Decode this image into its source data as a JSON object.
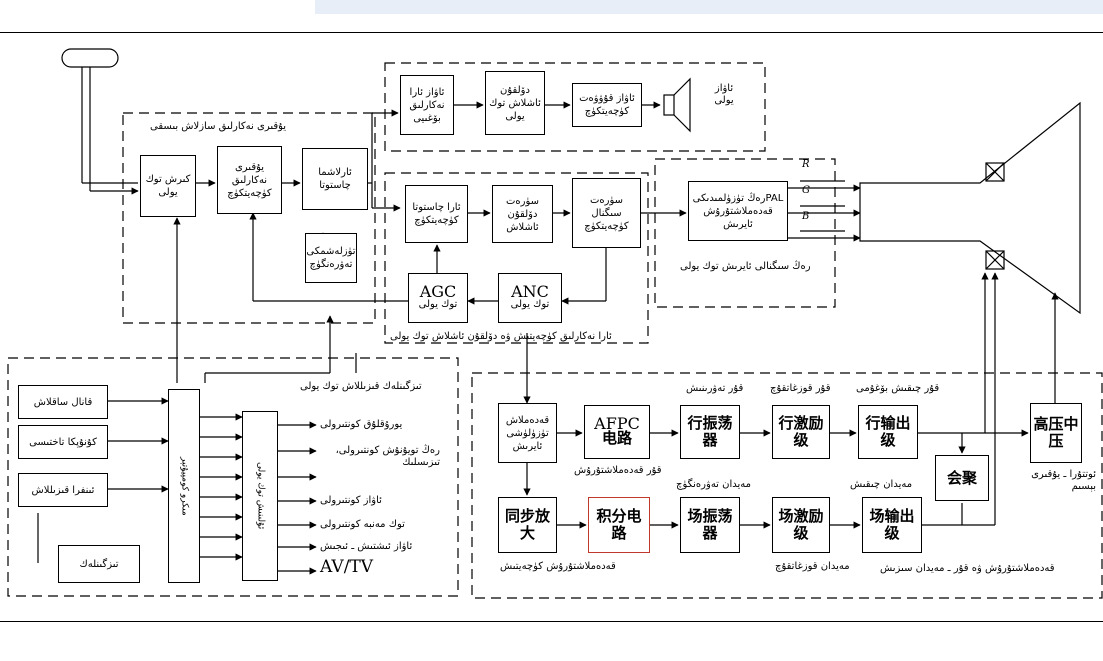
{
  "blocks": {
    "audio_power": "ئاۋاز ئارا نەكارلىق بۆغىيى",
    "audio_demod": "دۆلقۇن ئاشلاش توك يولى",
    "audio_amp": "ئاۋاز قۇۋۋەت كۈچەيتكۈچ",
    "speaker_label": "ئاۋاز يولى",
    "tuner": "كىرش توك يولى",
    "hf_amp": "يۇقىرى نەكارلىق كۈچەيتكۈچ",
    "mixer": "ئارلاشما چاستوتا",
    "local_osc": "تۈزلەشمكى تەۋرەنگۈچ",
    "if_amp": "ئارا چاستوتا كۈچەيتكۈچ",
    "video_det": "سۈرەت دۆلقۇن ئاشلاش",
    "video_amp": "سۈرەت سىگنال كۈچەيتكۈچ",
    "pal_decoder": "PALرەڭ تۈزۈلمىدىكى قەدەملاشتۇرۇش ئايرىش",
    "agc": "AGC",
    "agc_sub": "توك يولى",
    "anc": "ANC",
    "anc_sub": "توك يولى",
    "channel_select": "قانال ساقلاش",
    "keypad": "كۇنۇپكا تاختىسى",
    "remote": "ئىنفرا قىزىللاش",
    "control": "تىزگىنلەك",
    "cpu": "مىكرو كومپيۇتېر",
    "interface": "ئۇلىنىش توك يولى",
    "sync_sep": "قەدەملاش تۈزۈلۈشى ئايرىش",
    "afpc": "AFPC",
    "afpc_sub": "电路",
    "h_osc": "行振荡器",
    "h_drive": "行激励级",
    "h_out": "行输出级",
    "hv": "高压中压",
    "sync_amp": "同步放大",
    "integrator": "积分电路",
    "v_osc": "场振荡器",
    "v_drive": "场激励级",
    "v_out": "场输出级",
    "focus": "会聚"
  },
  "labels": {
    "hf_section": "يۇقىرى نەكارلىق سازلاش بىسقى",
    "if_section": "ئارا نەكارلىق كۈچەيتىش ۋە دۆلقۇن ئاشلاش توك يولى",
    "color_section": "رەڭ سىگنالى ئايرىش توك يولى",
    "control_section": "تىزگىنلەك قىزىللاش توك يولى",
    "scan_section": "قەدەملاشتۇرۇش ۋە قۇر ـ مەيدان سىزىش",
    "ctrl1": "يورۇقلۇق كونتىرولى",
    "ctrl2": "رەڭ تويۇنۇش كونتىرولى، تىزىسلىك",
    "ctrl3": "ئاۋاز كونتىرولى",
    "ctrl4": "توك مەنبە كونتىرولى",
    "ctrl5": "ئاۋاز ئىشتىش ـ ئىجىش",
    "avtv": "AV/TV",
    "r": "R",
    "g": "G",
    "b": "B",
    "h_osc_lbl": "قۇر تەۋرىنىش",
    "h_drive_lbl": "قۇر قوزغاتقۇچ",
    "h_out_lbl": "قۇر چىقىش بۆغۇمى",
    "afpc_lbl": "قۇر قەدەملاشتۇرۇش",
    "v_osc_lbl": "مەيدان تەۋرەنگۈچ",
    "v_out_lbl": "مەيدان چىقىش",
    "v_drive_lbl": "مەيدان قوزغاتقۇچ",
    "sync_lbl": "قەدەملاشتۇرۇش كۈچەيتىش",
    "hv_lbl": "ئوتتۇرا ـ يۇقىرى بېسىم"
  }
}
